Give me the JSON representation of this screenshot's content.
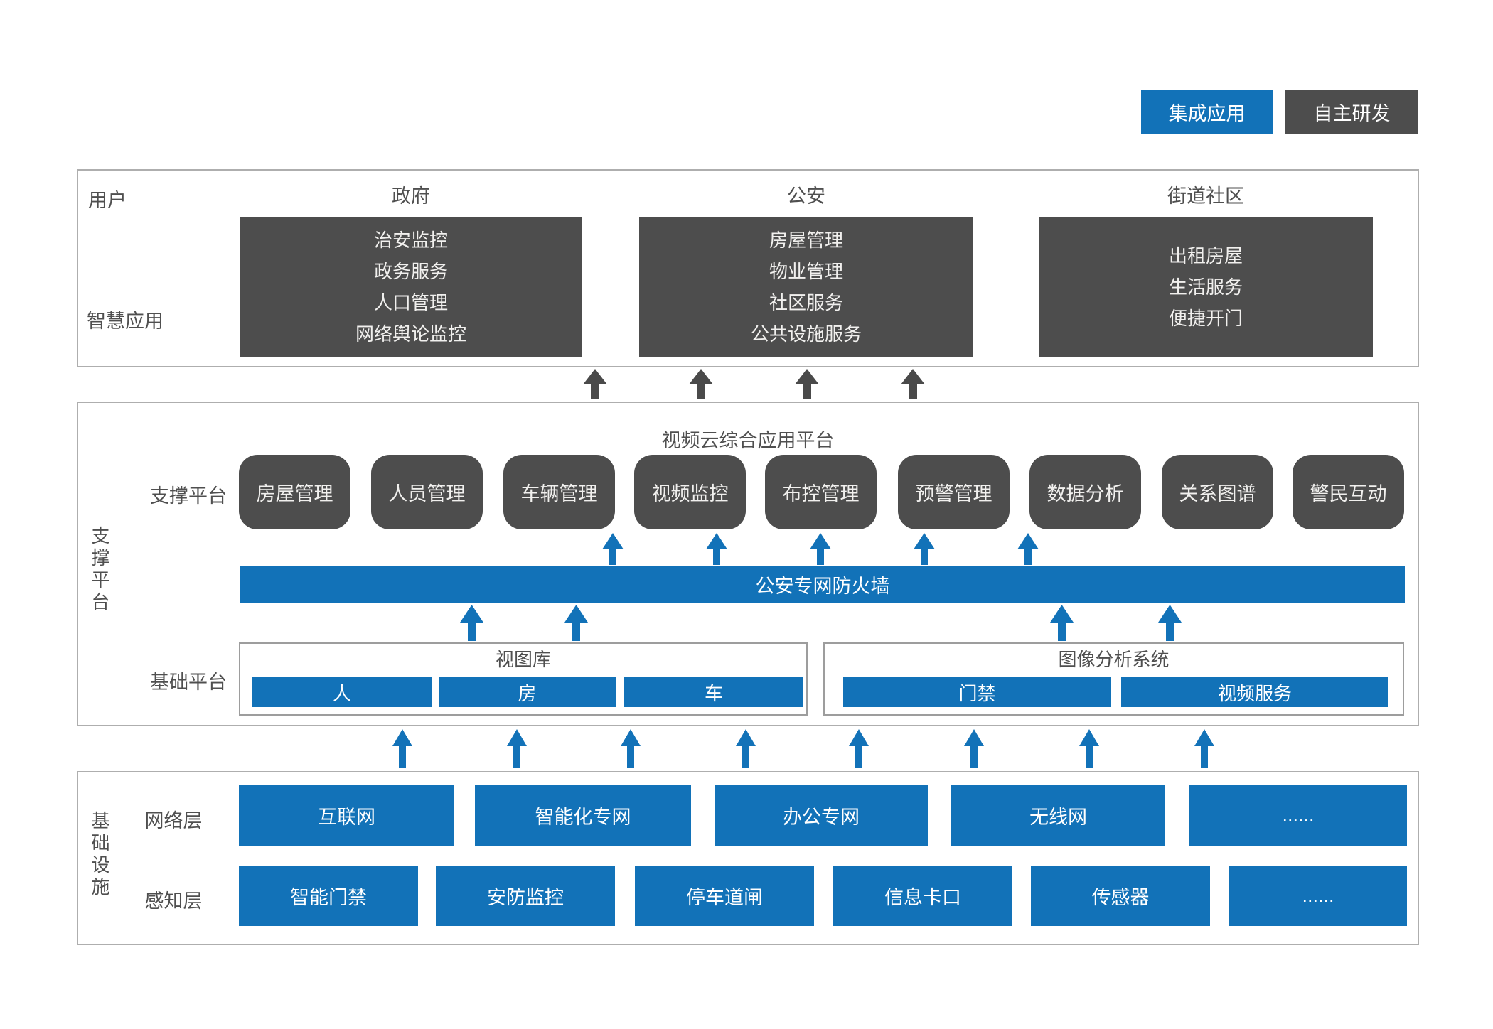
{
  "legend": {
    "integrated_label": "集成应用",
    "self_developed_label": "自主研发"
  },
  "user_section": {
    "row_label_user": "用户",
    "row_label_apps": "智慧应用",
    "columns": [
      {
        "title": "政府",
        "apps": [
          "治安监控",
          "政务服务",
          "人口管理",
          "网络舆论监控"
        ]
      },
      {
        "title": "公安",
        "apps": [
          "房屋管理",
          "物业管理",
          "社区服务",
          "公共设施服务"
        ]
      },
      {
        "title": "街道社区",
        "apps": [
          "出租房屋",
          "生活服务",
          "便捷开门"
        ]
      }
    ]
  },
  "support_section": {
    "side_label": "支撑平台",
    "platform_title": "视频云综合应用平台",
    "row_label_support": "支撑平台",
    "modules": [
      "房屋管理",
      "人员管理",
      "车辆管理",
      "视频监控",
      "布控管理",
      "预警管理",
      "数据分析",
      "关系图谱",
      "警民互动"
    ],
    "firewall_label": "公安专网防火墙",
    "row_label_base": "基础平台",
    "base_groups": [
      {
        "title": "视图库",
        "items": [
          "人",
          "房",
          "车"
        ]
      },
      {
        "title": "图像分析系统",
        "items": [
          "门禁",
          "视频服务"
        ]
      }
    ]
  },
  "infra_section": {
    "side_label": "基础设施",
    "rows": [
      {
        "label": "网络层",
        "items": [
          "互联网",
          "智能化专网",
          "办公专网",
          "无线网",
          "......"
        ]
      },
      {
        "label": "感知层",
        "items": [
          "智能门禁",
          "安防监控",
          "停车道闸",
          "信息卡口",
          "传感器",
          "......"
        ]
      }
    ]
  },
  "colors": {
    "blue": "#1272b8",
    "dark_gray": "#4d4d4d",
    "arrow_dark": "#4a4a4a"
  }
}
